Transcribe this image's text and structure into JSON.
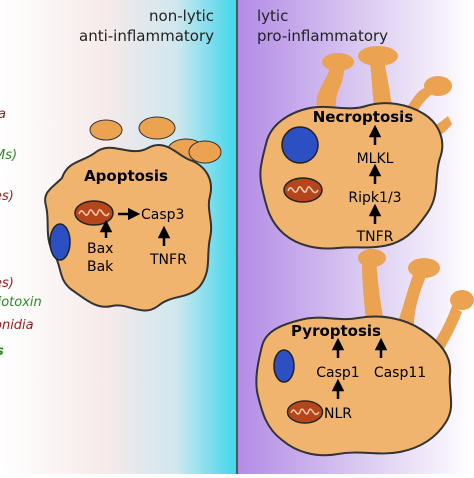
{
  "panels": {
    "left_header": {
      "line1": "non-lytic",
      "line2": "anti-inflammatory"
    },
    "right_header": {
      "line1": "lytic",
      "line2": "pro-inflammatory"
    }
  },
  "apoptosis": {
    "title": "Apoptosis",
    "casp3": "Casp3",
    "bax": "Bax",
    "bak": "Bak",
    "tnfr": "TNFR"
  },
  "necroptosis": {
    "title": "Necroptosis",
    "mlkl": "MLKL",
    "ripk": "Ripk1/3",
    "tnfr": "TNFR"
  },
  "pyroptosis": {
    "title": "Pyroptosis",
    "casp1": "Casp1",
    "casp11": "Casp11",
    "nlr": "NLR"
  },
  "side_labels": [
    {
      "text": "a",
      "color": "#9b1b1b"
    },
    {
      "text": "Ms)",
      "color": "#2e8b22"
    },
    {
      "text": "es)",
      "color": "#9b1b1b"
    },
    {
      "text": "es)",
      "color": "#9b1b1b"
    },
    {
      "text": "liotoxin",
      "color": "#2e8b22"
    },
    {
      "text": "onidia",
      "color": "#9b1b1b"
    },
    {
      "text": "s",
      "color": "#2e8b22"
    }
  ],
  "colors": {
    "cell_fill": "#f0b46e",
    "cell_stroke": "#333333",
    "nucleus": "#2c4fc4",
    "mito": "#b5461b",
    "blebs": "#eba251"
  }
}
